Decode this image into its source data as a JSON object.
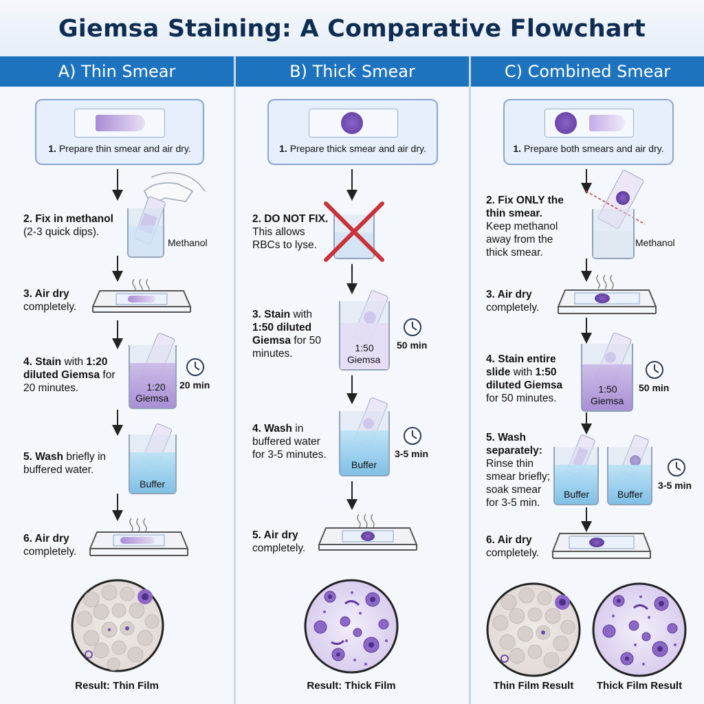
{
  "title": "Giemsa Staining: A Comparative Flowchart",
  "colors": {
    "header": "#1e73be",
    "title": "#0f2d52",
    "stain": "#7b5bb5",
    "buffer": "#7cc3ea",
    "cross": "#c8323a"
  },
  "columns": [
    {
      "heading": "A) Thin Smear",
      "step1": {
        "num": "1.",
        "text": "Prepare thin smear and air dry."
      },
      "step2": {
        "bold": "2. Fix in methanol",
        "text": "(2-3 quick dips)."
      },
      "step2_label": "Methanol",
      "step3": {
        "bold": "3. Air dry",
        "text": "completely."
      },
      "step4": {
        "bold1": "4. Stain",
        "t1": " with ",
        "bold2": "1:20",
        "bold3": "diluted Giemsa",
        "t2": " for",
        "t3": "20 minutes."
      },
      "step4_beaker": [
        "1:20",
        "Giemsa"
      ],
      "step4_time": "20 min",
      "step5": {
        "bold": "5. Wash",
        "t1": " briefly in",
        "t2": "buffered water."
      },
      "step5_beaker": "Buffer",
      "step6": {
        "bold": "6. Air dry",
        "text": "completely."
      },
      "result": "Result: Thin Film"
    },
    {
      "heading": "B) Thick Smear",
      "step1": {
        "num": "1.",
        "text": "Prepare thick smear and air dry."
      },
      "step2": {
        "bold": "2. DO NOT FIX.",
        "t1": "This allows",
        "t2": "RBCs to lyse."
      },
      "step3": {
        "bold1": "3. Stain",
        "t1": " with",
        "bold2": "1:50 diluted",
        "bold3": "Giemsa",
        "t2": " for 50",
        "t3": "minutes."
      },
      "step3_beaker": [
        "1:50",
        "Giemsa"
      ],
      "step3_time": "50 min",
      "step4": {
        "bold": "4. Wash",
        "t1": " in",
        "t2": "buffered water",
        "t3": "for 3-5 minutes."
      },
      "step4_beaker": "Buffer",
      "step4_time": "3-5 min",
      "step5": {
        "bold": "5. Air dry",
        "text": "completely."
      },
      "result": "Result: Thick Film"
    },
    {
      "heading": "C) Combined Smear",
      "step1": {
        "num": "1.",
        "text": "Prepare both smears and air dry."
      },
      "step2": {
        "bold1": "2. Fix ONLY the",
        "bold2": "thin smear.",
        "t1": "Keep methanol",
        "t2": "away from the",
        "t3": "thick smear."
      },
      "step2_label": "Methanol",
      "step3": {
        "bold": "3. Air dry",
        "text": "completely."
      },
      "step4": {
        "bold1": "4. Stain entire",
        "bold2": "slide",
        "t1": " with ",
        "bold3": "1:50",
        "bold4": "diluted Giemsa",
        "t2": "for 50 minutes."
      },
      "step4_beaker": [
        "1:50",
        "Giemsa"
      ],
      "step4_time": "50 min",
      "step5": {
        "bold1": "5. Wash",
        "bold2": "separately:",
        "t1": "Rinse thin",
        "t2": "smear briefly;",
        "t3": "soak smear",
        "t4": "for 3-5 min."
      },
      "step5_beakers": [
        "Buffer",
        "Buffer"
      ],
      "step5_time": "3-5 min",
      "step6": {
        "bold": "6. Air dry",
        "text": "completely."
      },
      "results": [
        "Thin Film Result",
        "Thick Film Result"
      ]
    }
  ]
}
